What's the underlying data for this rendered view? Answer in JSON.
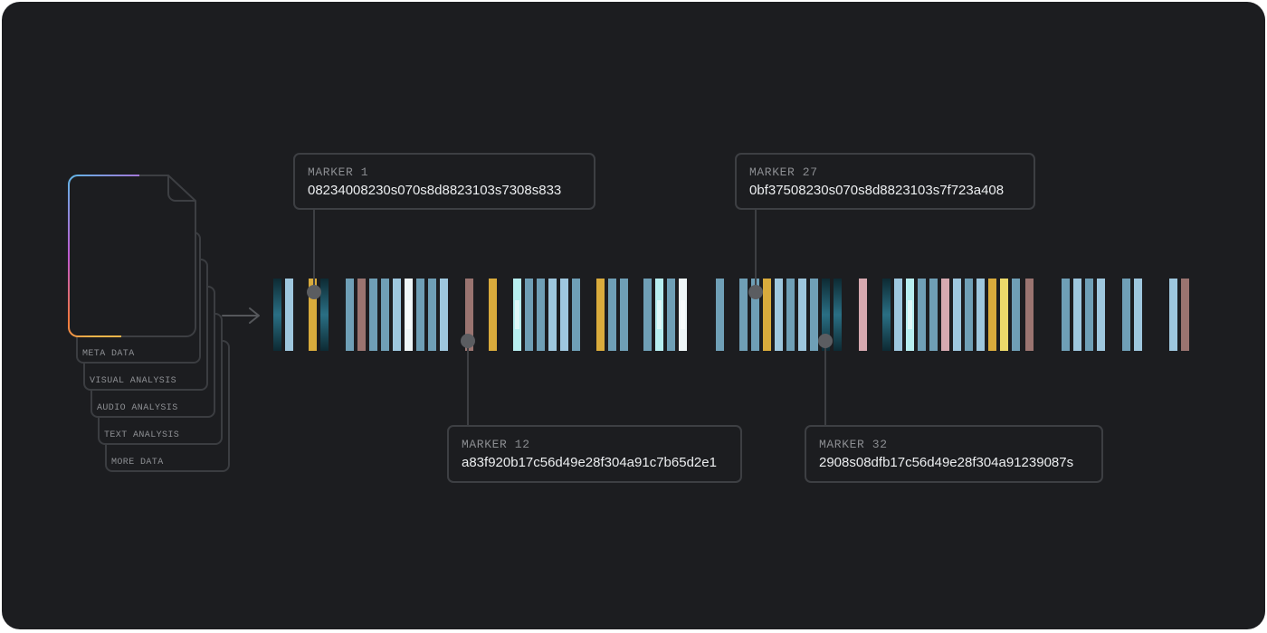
{
  "stack": {
    "labels": [
      "META DATA",
      "VISUAL ANALYSIS",
      "AUDIO ANALYSIS",
      "TEXT ANALYSIS",
      "MORE DATA"
    ]
  },
  "markers": [
    {
      "title": "MARKER 1",
      "hash": "08234008230s070s8d8823103s7308s833"
    },
    {
      "title": "MARKER 12",
      "hash": "a83f920b17c56d49e28f304a91c7b65d2e1"
    },
    {
      "title": "MARKER 27",
      "hash": "0bf37508230s070s8d8823103s7f723a408"
    },
    {
      "title": "MARKER 32",
      "hash": "2908s08dfb17c56d49e28f304a91239087s"
    }
  ],
  "colors": {
    "background": "#1c1d20",
    "border": "#3d3f43",
    "steel_blue": "#6f9fb6",
    "light_blue": "#9ec7de",
    "cyan_glow": "#b7eef0",
    "gold": "#d9ab3c",
    "mauve": "#9a7470",
    "pink": "#d6a9b0",
    "yellow": "#ecd96a",
    "white": "#eef6f8"
  },
  "icons": {
    "document": "document-icon",
    "arrow": "arrow-right-icon"
  }
}
